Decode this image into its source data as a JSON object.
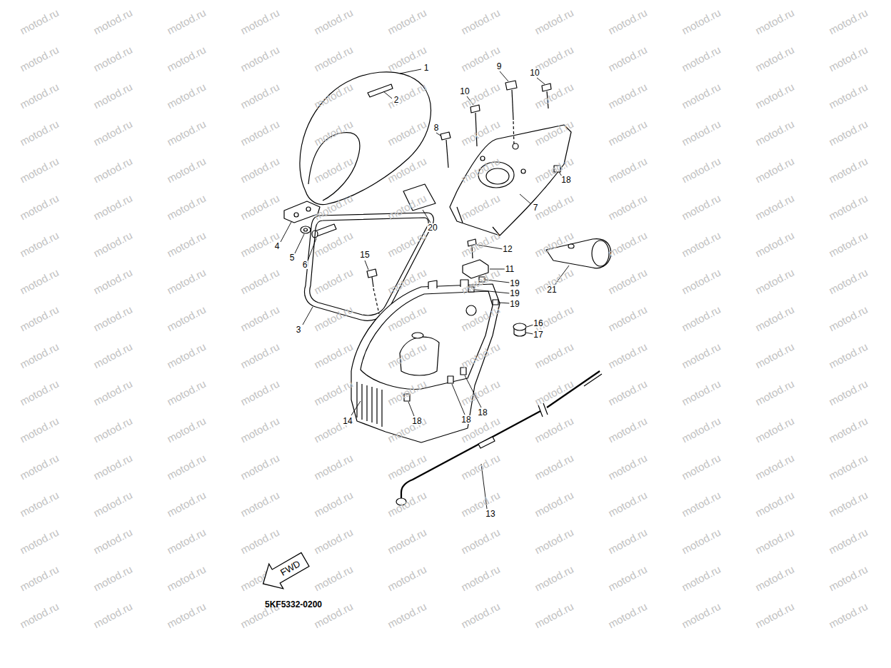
{
  "diagram": {
    "nodes": [
      {
        "text": [
          "FWD"
        ]
      }
    ],
    "labels": [
      "1",
      "2",
      "3",
      "4",
      "5",
      "6",
      "7",
      "8",
      "9",
      "10",
      "10",
      "11",
      "12",
      "13",
      "14",
      "15",
      "16",
      "17",
      "18",
      "18",
      "18",
      "18",
      "19",
      "19",
      "19",
      "20",
      "21",
      "5KF5332-0200",
      "motod.ru",
      "motod.ru",
      "motod.ru",
      "motod.ru",
      "motod.ru",
      "motod.ru",
      "motod.ru",
      "motod.ru",
      "motod.ru",
      "motod.ru",
      "motod.ru",
      "motod.ru",
      "motod.ru",
      "motod.ru",
      "motod.ru",
      "motod.ru",
      "motod.ru",
      "motod.ru",
      "motod.ru",
      "motod.ru",
      "motod.ru",
      "motod.ru",
      "motod.ru",
      "motod.ru",
      "motod.ru",
      "motod.ru",
      "motod.ru",
      "motod.ru",
      "motod.ru",
      "motod.ru",
      "motod.ru",
      "motod.ru",
      "motod.ru",
      "motod.ru",
      "motod.ru",
      "motod.ru",
      "motod.ru",
      "motod.ru",
      "motod.ru",
      "motod.ru",
      "motod.ru",
      "motod.ru",
      "motod.ru",
      "motod.ru",
      "motod.ru",
      "motod.ru",
      "motod.ru",
      "motod.ru",
      "motod.ru",
      "motod.ru",
      "motod.ru",
      "motod.ru",
      "motod.ru",
      "motod.ru",
      "motod.ru",
      "motod.ru",
      "motod.ru",
      "motod.ru",
      "motod.ru",
      "motod.ru",
      "motod.ru",
      "motod.ru",
      "motod.ru",
      "motod.ru",
      "motod.ru",
      "motod.ru",
      "motod.ru",
      "motod.ru",
      "motod.ru",
      "motod.ru",
      "motod.ru",
      "motod.ru",
      "motod.ru",
      "motod.ru",
      "motod.ru",
      "motod.ru",
      "motod.ru",
      "motod.ru",
      "motod.ru",
      "motod.ru",
      "motod.ru",
      "motod.ru",
      "motod.ru",
      "motod.ru",
      "motod.ru",
      "motod.ru",
      "motod.ru",
      "motod.ru",
      "motod.ru",
      "motod.ru",
      "motod.ru",
      "motod.ru",
      "motod.ru",
      "motod.ru",
      "motod.ru",
      "motod.ru",
      "motod.ru",
      "motod.ru",
      "motod.ru",
      "motod.ru",
      "motod.ru",
      "motod.ru",
      "motod.ru",
      "motod.ru",
      "motod.ru",
      "motod.ru",
      "motod.ru",
      "motod.ru",
      "motod.ru",
      "motod.ru",
      "motod.ru",
      "motod.ru",
      "motod.ru",
      "motod.ru",
      "motod.ru",
      "motod.ru",
      "motod.ru",
      "motod.ru",
      "motod.ru",
      "motod.ru",
      "motod.ru",
      "motod.ru",
      "motod.ru",
      "motod.ru",
      "motod.ru",
      "motod.ru",
      "motod.ru",
      "motod.ru",
      "motod.ru",
      "motod.ru",
      "motod.ru",
      "motod.ru",
      "motod.ru",
      "motod.ru",
      "motod.ru",
      "motod.ru",
      "motod.ru",
      "motod.ru",
      "motod.ru",
      "motod.ru",
      "motod.ru",
      "motod.ru",
      "motod.ru",
      "motod.ru",
      "motod.ru",
      "motod.ru",
      "motod.ru",
      "motod.ru",
      "motod.ru",
      "motod.ru",
      "motod.ru",
      "motod.ru",
      "motod.ru",
      "motod.ru",
      "motod.ru",
      "motod.ru",
      "motod.ru",
      "motod.ru",
      "motod.ru",
      "motod.ru",
      "motod.ru",
      "motod.ru",
      "motod.ru",
      "motod.ru",
      "motod.ru",
      "motod.ru",
      "motod.ru",
      "motod.ru",
      "motod.ru",
      "motod.ru",
      "motod.ru",
      "motod.ru",
      "motod.ru",
      "motod.ru",
      "motod.ru",
      "motod.ru",
      "motod.ru",
      "motod.ru",
      "motod.ru",
      "motod.ru",
      "motod.ru",
      "motod.ru",
      "motod.ru",
      "motod.ru",
      "motod.ru",
      "motod.ru",
      "motod.ru",
      "motod.ru",
      "motod.ru",
      "motod.ru",
      "motod.ru",
      "motod.ru",
      "motod.ru",
      "motod.ru",
      "motod.ru",
      "motod.ru",
      "motod.ru",
      "motod.ru",
      "motod.ru",
      "motod.ru",
      "motod.ru",
      "motod.ru",
      "motod.ru",
      "motod.ru"
    ]
  }
}
